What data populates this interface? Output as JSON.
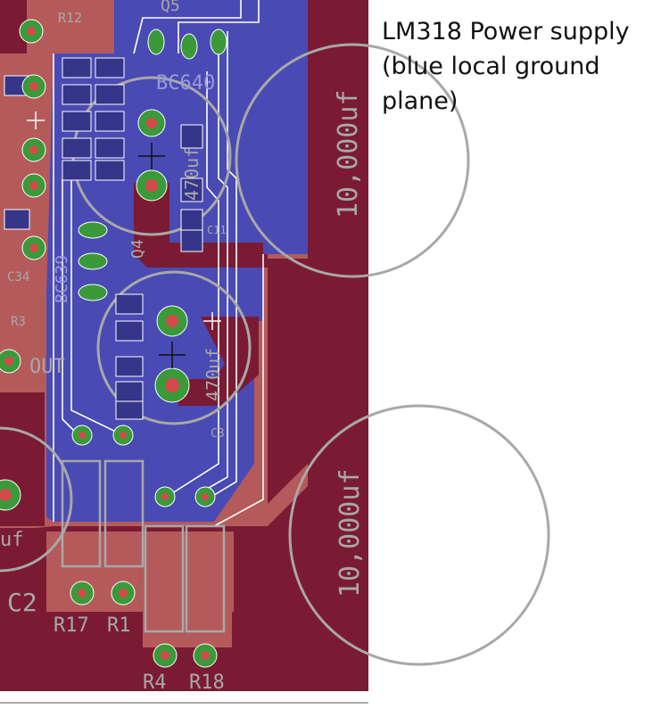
{
  "caption": {
    "line1": "LM318 Power supply",
    "line2": "(blue local ground",
    "line3": "plane)"
  },
  "colors": {
    "board": "#ffffff",
    "bottom_copper": "#7a1b33",
    "top_copper": "#b55a5a",
    "ground_plane": "#4a4ab4",
    "pad_ring": "#3a9a3a",
    "drill": "#d44a4a",
    "silkscreen": "#a8a8a8",
    "smd_pad": "#35358a"
  },
  "labels": {
    "cap_big_top": "10,000uf",
    "cap_big_bottom": "10,000uf",
    "c_470_top": "470uf",
    "c_470_bottom": "470uf",
    "q4": "Q4",
    "bc639": "BC639",
    "bc640": "BC640",
    "q5": "Q5",
    "r12": "R12",
    "c34": "C34",
    "r3": "R3",
    "out": "OUT",
    "c2": "C2",
    "uf": "uf",
    "r17": "R17",
    "r1": "R1",
    "r4": "R4",
    "r18": "R18",
    "c3": "C3",
    "c11": "C11"
  }
}
